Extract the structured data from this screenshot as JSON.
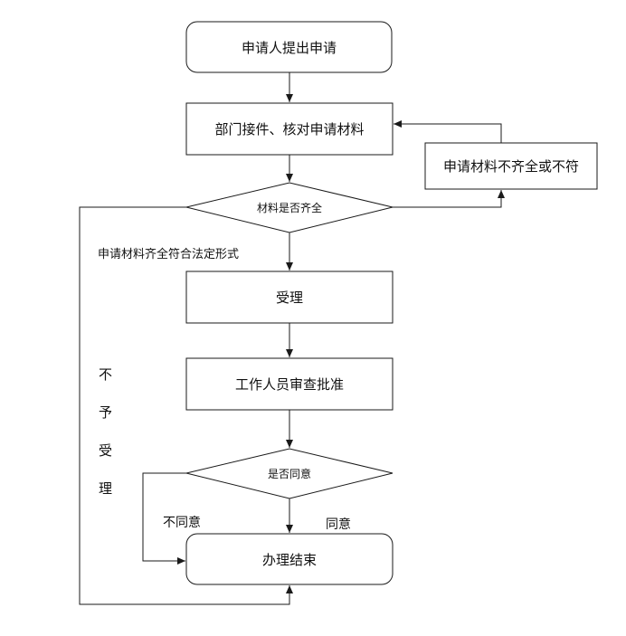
{
  "nodes": {
    "start": "申请人提出申请",
    "review_materials": "部门接件、核对申请材料",
    "incomplete": "申请材料不齐全或不符",
    "decision_complete": "材料是否齐全",
    "accept": "受理",
    "staff_review": "工作人员审查批准",
    "decision_agree": "是否同意",
    "end": "办理结束"
  },
  "edge_labels": {
    "complete_conforms": "申请材料齐全符合法定形式",
    "not_accepted": [
      "不",
      "予",
      "受",
      "理"
    ],
    "disagree": "不同意",
    "agree": "同意"
  },
  "colors": {
    "stroke": "#1a1a1a",
    "fill": "#ffffff",
    "text": "#111111"
  }
}
